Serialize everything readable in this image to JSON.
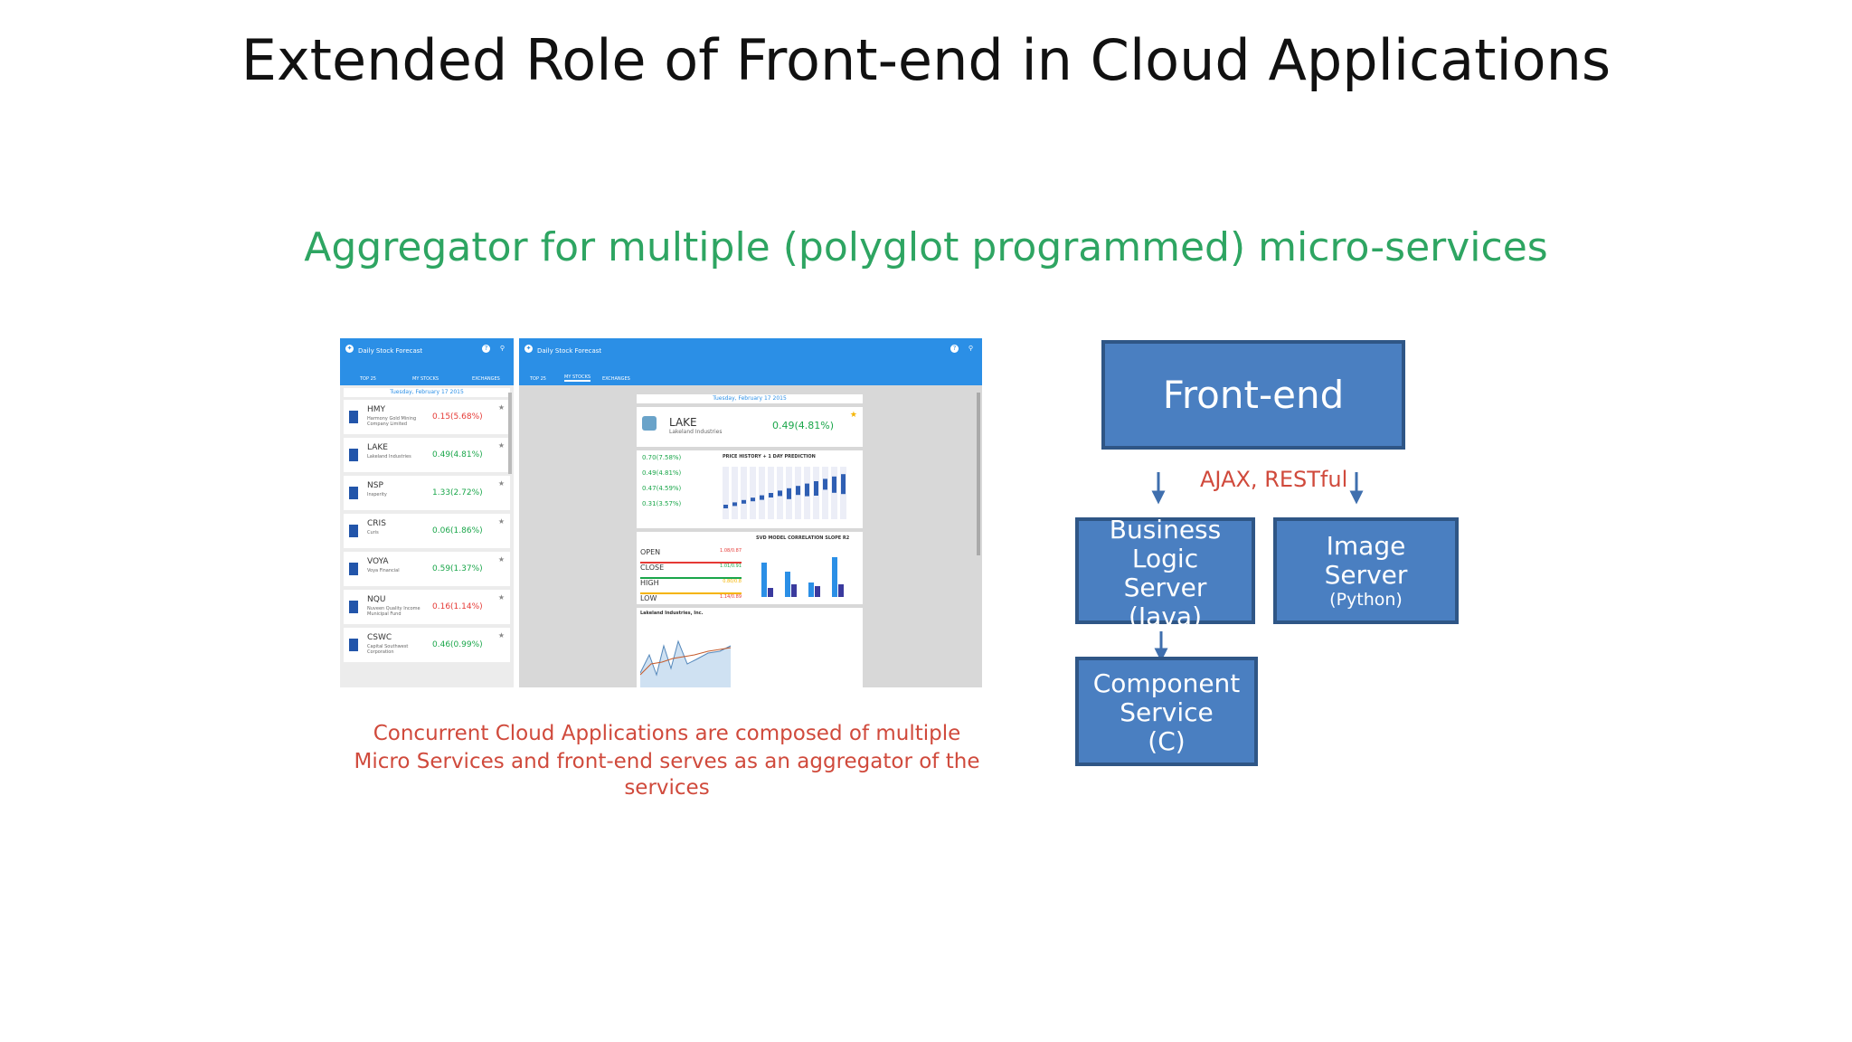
{
  "slide": {
    "title": "Extended Role of Front-end in Cloud Applications",
    "subtitle": "Aggregator for multiple (polyglot programmed) micro-services",
    "caption_lines": [
      "Concurrent  Cloud  Applications  are  composed  of  multiple",
      "Micro  Services  and  front-end  serves  as  an  aggregator  of the",
      "services"
    ]
  },
  "phone_app": {
    "title": "Daily Stock Forecast",
    "tabs": [
      "TOP 25",
      "MY STOCKS",
      "EXCHANGES"
    ],
    "date": "Tuesday, February 17 2015",
    "stocks": [
      {
        "symbol": "HMY",
        "name": "Harmony Gold Mining Company Limited",
        "change": "0.15(5.68%)",
        "direction": "down"
      },
      {
        "symbol": "LAKE",
        "name": "Lakeland Industries",
        "change": "0.49(4.81%)",
        "direction": "up"
      },
      {
        "symbol": "NSP",
        "name": "Insperity",
        "change": "1.33(2.72%)",
        "direction": "up"
      },
      {
        "symbol": "CRIS",
        "name": "Curis",
        "change": "0.06(1.86%)",
        "direction": "up"
      },
      {
        "symbol": "VOYA",
        "name": "Voya Financial",
        "change": "0.59(1.37%)",
        "direction": "up"
      },
      {
        "symbol": "NQU",
        "name": "Nuveen Quality Income Municipal Fund",
        "change": "0.16(1.14%)",
        "direction": "down"
      },
      {
        "symbol": "CSWC",
        "name": "Capital Southwest Corporation",
        "change": "0.46(0.99%)",
        "direction": "up"
      }
    ]
  },
  "tablet_app": {
    "title": "Daily Stock Forecast",
    "tabs": [
      "TOP 25",
      "MY STOCKS",
      "EXCHANGES"
    ],
    "date": "Tuesday, February 17 2015",
    "featured": {
      "symbol": "LAKE",
      "name": "Lakeland Industries",
      "change": "0.49(4.81%)"
    },
    "forecasts": [
      "0.70(7.58%)",
      "0.49(4.81%)",
      "0.47(4.59%)",
      "0.31(3.57%)"
    ],
    "chart_title": "PRICE HISTORY + 1 DAY PREDICTION",
    "correlation_title": "SVD MODEL CORRELATION SLOPE R2",
    "ohlc": [
      {
        "label": "OPEN",
        "value": "1.08/0.87"
      },
      {
        "label": "CLOSE",
        "value": "1.01/0.91"
      },
      {
        "label": "HIGH",
        "value": "0.80/0.8"
      },
      {
        "label": "LOW",
        "value": "1.14/0.89"
      }
    ],
    "company_label": "Lakeland Industries, Inc."
  },
  "diagram": {
    "frontend_label": "Front-end",
    "protocol_label": "AJAX,  RESTful",
    "business": {
      "lines": [
        "Business",
        "Logic",
        "Server",
        "(Java)"
      ]
    },
    "image": {
      "lines": [
        "Image",
        "Server"
      ],
      "sub": "(Python)"
    },
    "component": {
      "lines": [
        "Component",
        "Service",
        "(C)"
      ]
    }
  },
  "colors": {
    "subtitle": "#2ea562",
    "caption": "#d04a3c",
    "box_fill": "#4a7fc1",
    "box_border": "#2f5686",
    "appbar": "#2b8fe6"
  }
}
